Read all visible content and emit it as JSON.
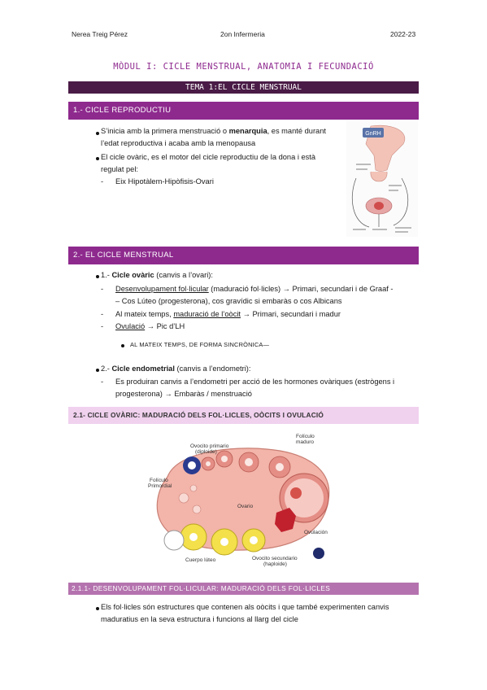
{
  "header": {
    "author": "Nerea Treig Pérez",
    "course": "2on Infermeria",
    "year": "2022-23"
  },
  "module_title": "MÒDUL I: CICLE MENSTRUAL, ANATOMIA I FECUNDACIÓ",
  "tema_title": "TEMA 1:EL CICLE MENSTRUAL",
  "section1": {
    "heading": "1.- CICLE REPRODUCTIU",
    "b1_pre": "S’inicia amb la primera menstruació o ",
    "b1_bold": "menarquia",
    "b1_post": ", es manté durant",
    "b1_line2": "l’edat reproductiva i acaba amb la menopausa",
    "b2_line1": "El cicle ovàric, es el motor del cicle reproductiu de la dona i està",
    "b2_line2": "regulat pel:",
    "dash1": "Eix Hipotàlem-Hipòfisis-Ovari",
    "diagram_label": "GnRH"
  },
  "section2": {
    "heading": "2.- EL CICLE MENSTRUAL",
    "item1_num": "1.- ",
    "item1_bold": "Cicle ovàric",
    "item1_rest": " (canvis a l’ovari):",
    "d1_u": "Desenvolupament fol·licular",
    "d1_rest": " (maduració fol·licles) → Primari, secundari i de Graaf -",
    "d1_line2": "– Cos Lúteo (progesterona), cos gravídic si embaràs o cos Albicans",
    "d2_pre": "Al mateix temps, ",
    "d2_u": "maduració de l’oòcit",
    "d2_rest": " → Primari, secundari i madur",
    "d3_u": "Ovulació",
    "d3_rest": " → Pic d’LH",
    "note": "AL MATEIX TEMPS, DE FORMA SINCRÒNICA—",
    "item2_num": "2.- ",
    "item2_bold": "Cicle endometrial",
    "item2_rest": " (canvis a l’endometri):",
    "e1_line1": "Es produiran canvis a l’endometri per acció de les hormones ovàriques (estrògens i",
    "e1_line2": "progesterona) → Embaràs / menstruació"
  },
  "section21": {
    "heading": "2.1- CICLE OVÀRIC: MADURACIÓ DELS FOL·LICLES, OÒCITS I OVULACIÓ",
    "labels": {
      "ovocito_primario": "Ovocito primario",
      "diploide": "(diploide)",
      "foliculo_maduro_1": "Folículo",
      "foliculo_maduro_2": "maduro",
      "foliculo_primordial_1": "Folículo",
      "foliculo_primordial_2": "Primordial",
      "ovario": "Ovario",
      "ovulacion": "Ovulación",
      "cuerpo_luteo": "Cuerpo lúteo",
      "ovocito_secundario": "Ovocito secundario",
      "haploide": "(haploide)"
    }
  },
  "section211": {
    "heading": "2.1.1- DESENVOLUPAMENT FOL·LICULAR: MADURACIÓ DELS FOL·LICLES",
    "b1_line1": "Els fol·licles són estructures que contenen als oòcits i que també experimenten canvis",
    "b1_line2": "maduratius en la seva estructura i funcions al llarg del cicle"
  },
  "colors": {
    "section": "#8e2a8e",
    "tema": "#4a1b46",
    "sub": "#f0d1ee",
    "sub2": "#b473ae"
  }
}
